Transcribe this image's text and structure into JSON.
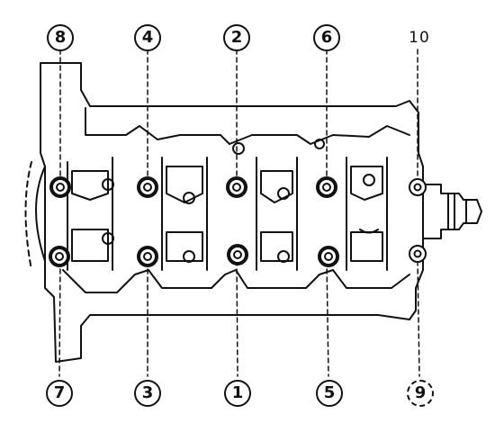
{
  "bolt_labels": {
    "top": [
      "8",
      "4",
      "2",
      "6",
      "10"
    ],
    "bottom": [
      "7",
      "3",
      "1",
      "5",
      "9"
    ]
  },
  "colors": {
    "line": "#111111",
    "background": "#ffffff"
  }
}
